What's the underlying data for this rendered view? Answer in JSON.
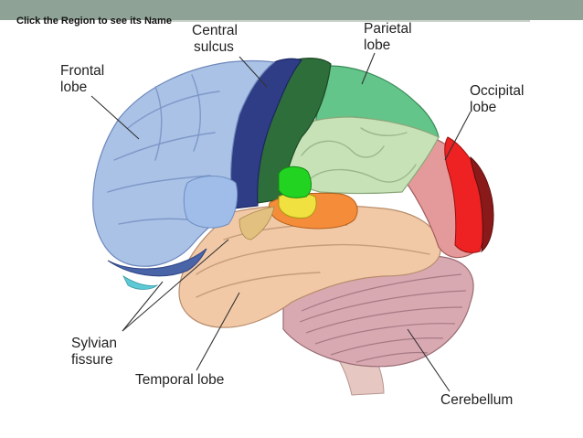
{
  "page": {
    "instruction": "Click the Region to see its Name"
  },
  "labels": {
    "frontal_line1": "Frontal",
    "frontal_line2": "lobe",
    "central_line1": "Central",
    "central_line2": "sulcus",
    "parietal_line1": "Parietal",
    "parietal_line2": "lobe",
    "occipital_line1": "Occipital",
    "occipital_line2": "lobe",
    "sylvian_line1": "Sylvian",
    "sylvian_line2": "fissure",
    "temporal": "Temporal lobe",
    "cerebellum": "Cerebellum"
  },
  "colors": {
    "top_bar": "#8fa296",
    "frontal": "#a9c2e6",
    "frontal_edge": "#4a64a8",
    "precentral": "#2f3d86",
    "postcentral": "#2e6e3a",
    "parietal_superior": "#63c58a",
    "parietal_inferior": "#c8e2b8",
    "temporal": "#f1c9a6",
    "occipital": "#e49a9a",
    "occipital_pole": "#ee2222",
    "occipital_dark": "#8a1a1a",
    "cerebellum": "#d9a9b2",
    "brainstem": "#e6c7c2",
    "insula_orange": "#f58c3a",
    "insula_yellow": "#f0e040",
    "insula_green": "#22d322",
    "broca": "#9fbde8"
  }
}
